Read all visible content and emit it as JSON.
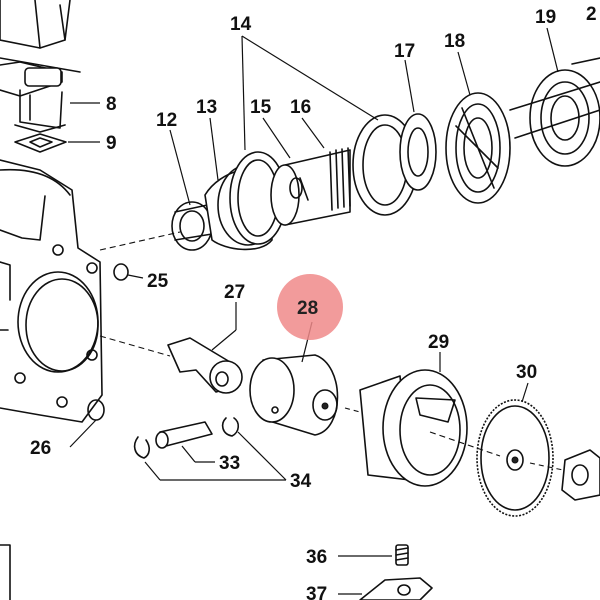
{
  "highlight_color": "#f08a8a",
  "callouts": {
    "c8": "8",
    "c9": "9",
    "c12": "12",
    "c13": "13",
    "c14": "14",
    "c15": "15",
    "c16": "16",
    "c17": "17",
    "c18": "18",
    "c19": "19",
    "c2": "2",
    "c25": "25",
    "c26": "26",
    "c27": "27",
    "c28": "28",
    "c29": "29",
    "c30": "30",
    "c33": "33",
    "c34": "34",
    "c36": "36",
    "c37": "37"
  }
}
